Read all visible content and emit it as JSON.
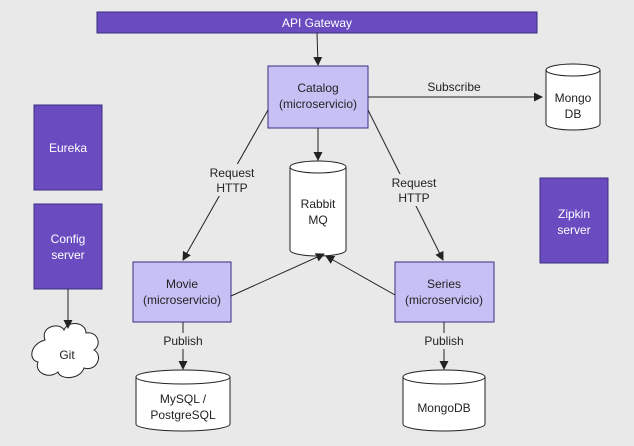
{
  "nodes": {
    "api_gateway": "API Gateway",
    "catalog": [
      "Catalog",
      "(microservicio)"
    ],
    "movie": [
      "Movie",
      "(microservicio)"
    ],
    "series": [
      "Series",
      "(microservicio)"
    ],
    "eureka": "Eureka",
    "config_server": [
      "Config",
      "server"
    ],
    "zipkin_server": [
      "Zipkin",
      "server"
    ],
    "rabbit_mq": [
      "Rabbit",
      "MQ"
    ],
    "mongo_db_catalog": [
      "Mongo",
      "DB"
    ],
    "mysql_postgresql": [
      "MySQL /",
      "PostgreSQL"
    ],
    "mongodb_series": "MongoDB",
    "git": "Git"
  },
  "edges": {
    "subscribe": "Subscribe",
    "request_http_left": [
      "Request",
      "HTTP"
    ],
    "request_http_right": [
      "Request",
      "HTTP"
    ],
    "publish_movie": "Publish",
    "publish_series": "Publish"
  },
  "colors": {
    "background": "#e9e9e9",
    "dark_purple": "#6a4cc0",
    "light_purple": "#c7c0f5",
    "node_border": "#3a2d80",
    "db_fill": "#ffffff",
    "line": "#222222"
  }
}
